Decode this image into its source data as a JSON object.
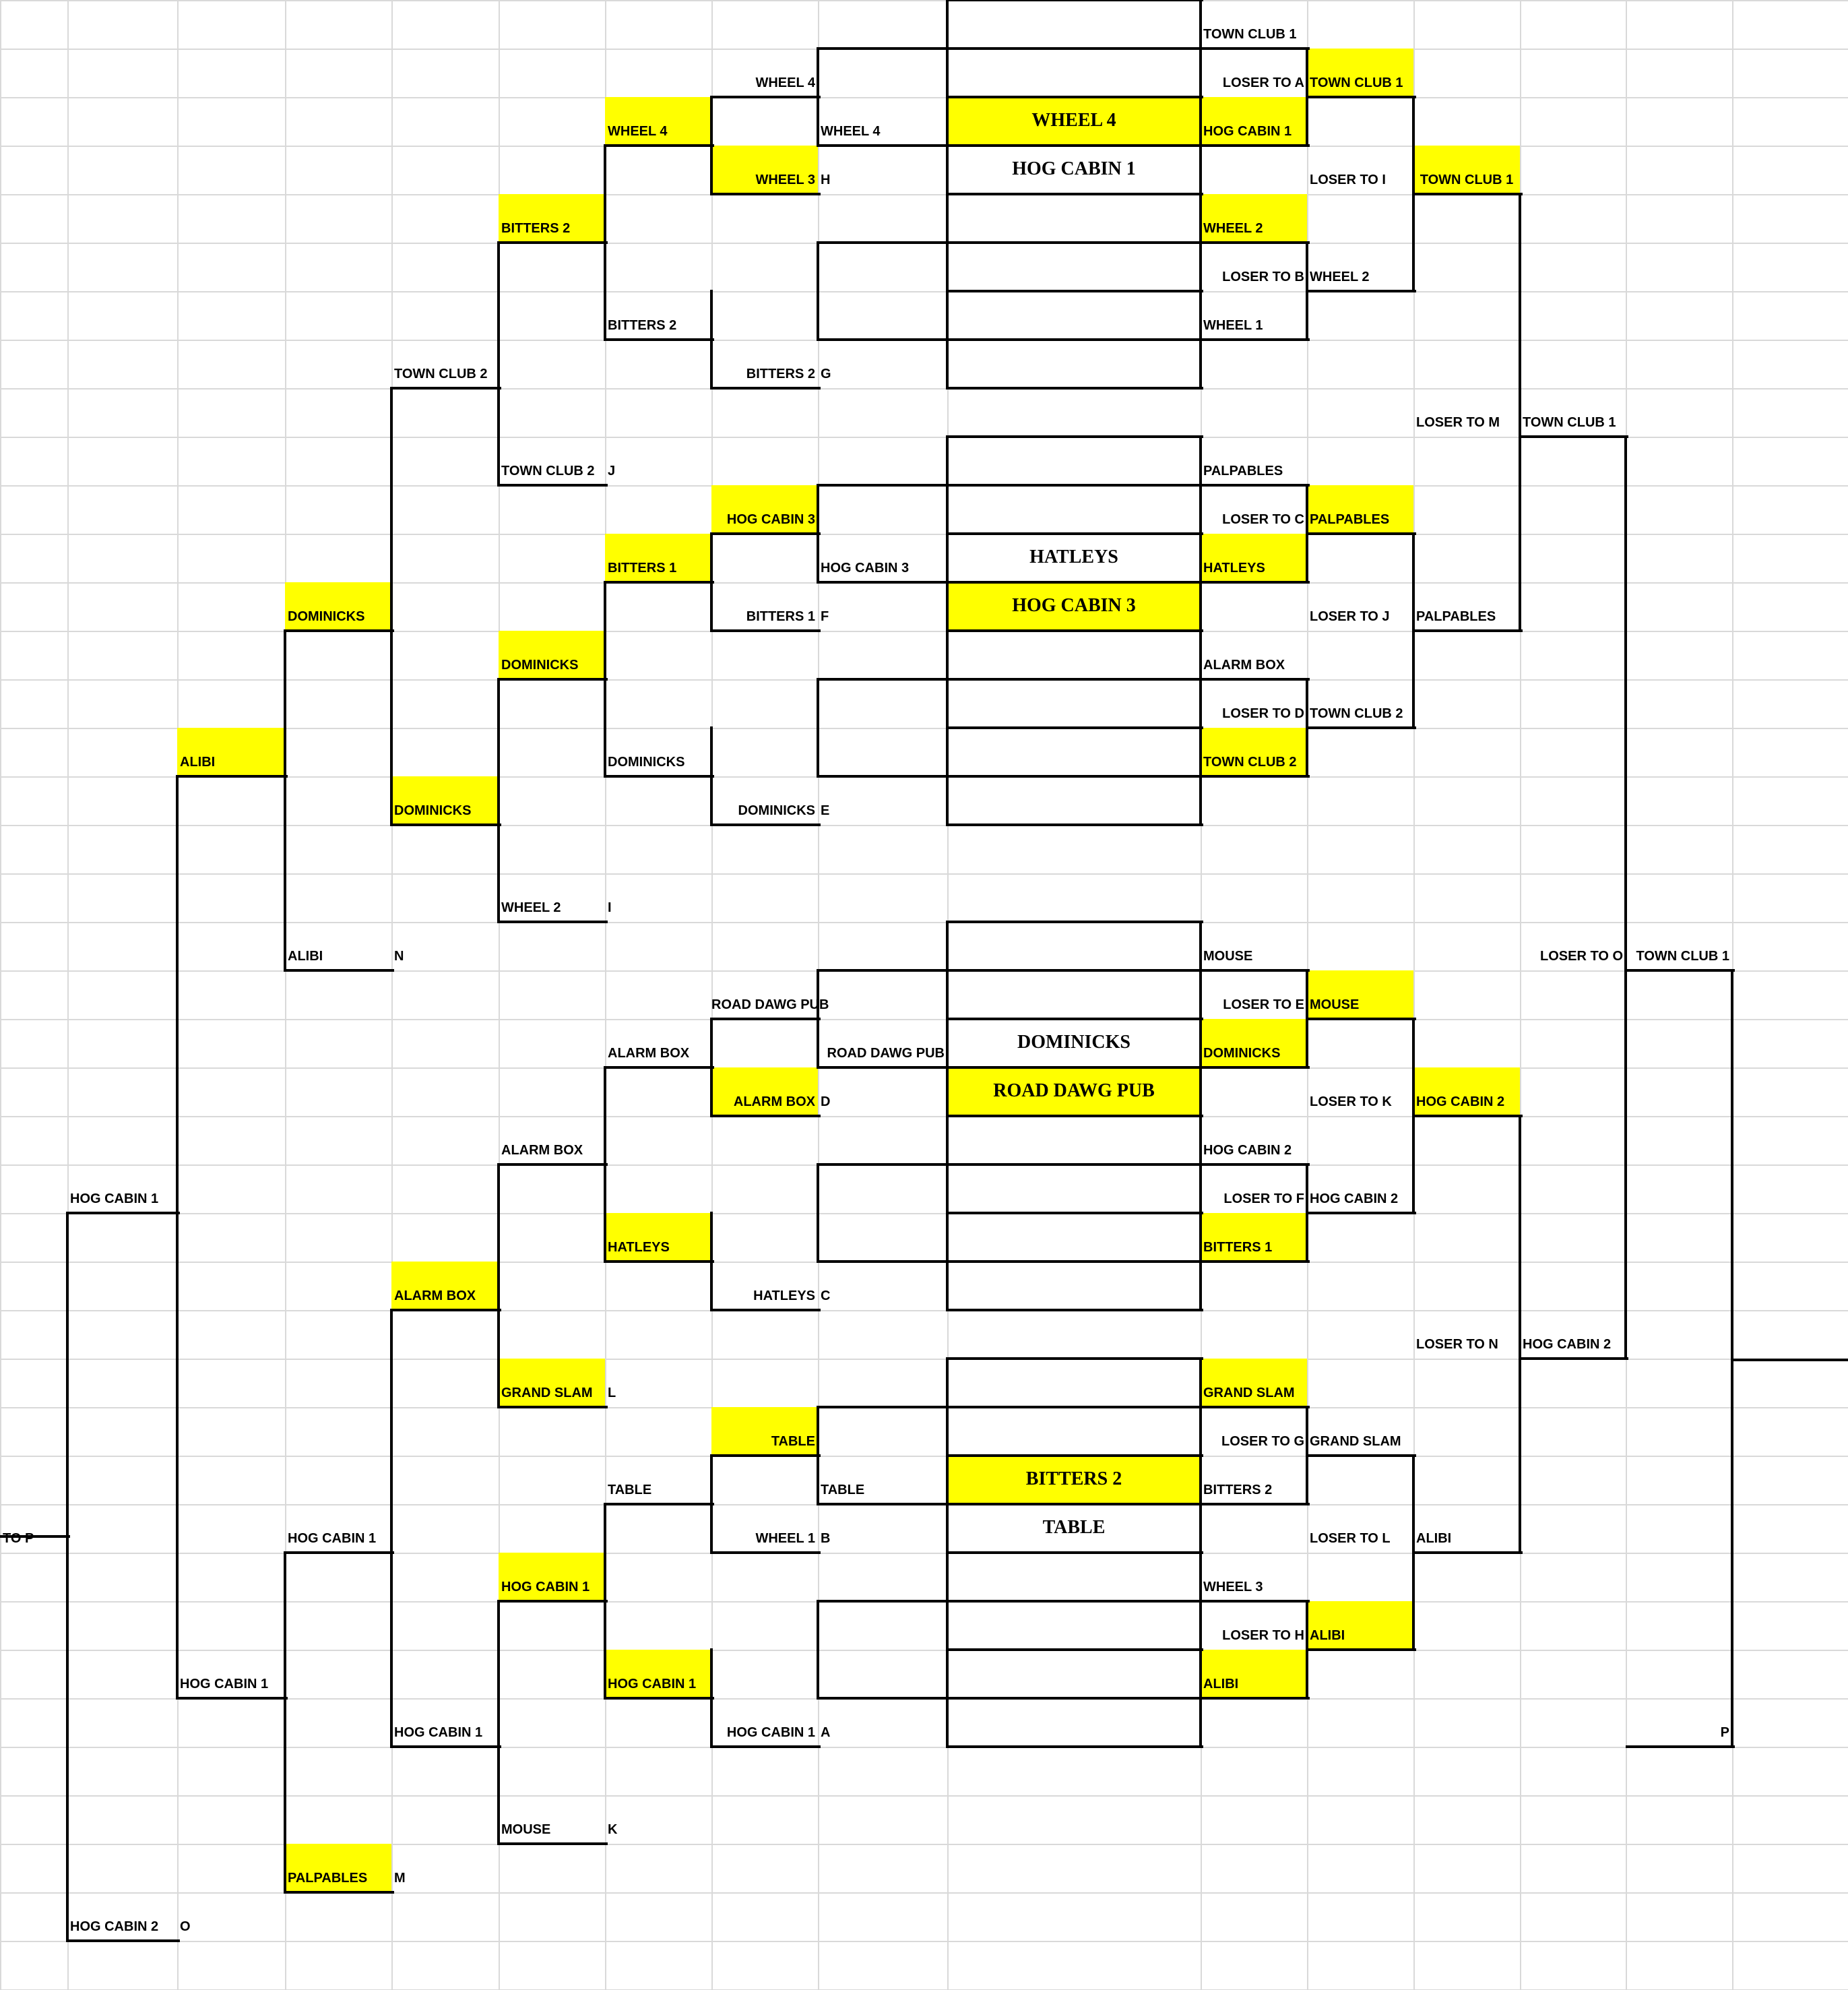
{
  "col_edges": [
    0,
    100,
    263,
    423,
    581,
    740,
    898,
    1056,
    1214,
    1406,
    1782,
    1940,
    2098,
    2256,
    2413,
    2571,
    2743
  ],
  "bracket": {
    "labels": [
      {
        "text": "TOWN CLUB 1",
        "col": 10,
        "row": 0,
        "align": "l"
      },
      {
        "text": "LOSER TO A",
        "col": 10,
        "row": 1,
        "align": "r"
      },
      {
        "text": "TOWN CLUB 1",
        "col": 11,
        "row": 1,
        "align": "l",
        "hl": true
      },
      {
        "text": "WHEEL 4",
        "col": 7,
        "row": 1,
        "align": "r"
      },
      {
        "text": "WHEEL 4",
        "col": 6,
        "row": 2,
        "align": "l",
        "hl": true
      },
      {
        "text": "WHEEL 4",
        "col": 8,
        "row": 2,
        "align": "l"
      },
      {
        "text": "HOG CABIN 1",
        "col": 10,
        "row": 2,
        "align": "l",
        "hl": true
      },
      {
        "text": "WHEEL 3",
        "col": 7,
        "row": 3,
        "align": "r",
        "hl": true
      },
      {
        "text": "H",
        "col": 8,
        "row": 3,
        "align": "l"
      },
      {
        "text": "LOSER TO I",
        "col": 11,
        "row": 3,
        "align": "l"
      },
      {
        "text": "TOWN CLUB 1",
        "col": 12,
        "row": 3,
        "align": "c",
        "hl": true
      },
      {
        "text": "BITTERS 2",
        "col": 5,
        "row": 4,
        "align": "l",
        "hl": true
      },
      {
        "text": "WHEEL 2",
        "col": 10,
        "row": 4,
        "align": "l",
        "hl": true
      },
      {
        "text": "LOSER TO B",
        "col": 10,
        "row": 5,
        "align": "r"
      },
      {
        "text": "WHEEL 2",
        "col": 11,
        "row": 5,
        "align": "l"
      },
      {
        "text": "BITTERS 2",
        "col": 6,
        "row": 6,
        "align": "l"
      },
      {
        "text": "WHEEL 1",
        "col": 10,
        "row": 6,
        "align": "l"
      },
      {
        "text": "TOWN CLUB 2",
        "col": 4,
        "row": 7,
        "align": "l"
      },
      {
        "text": "BITTERS 2",
        "col": 7,
        "row": 7,
        "align": "r"
      },
      {
        "text": "G",
        "col": 8,
        "row": 7,
        "align": "l"
      },
      {
        "text": "LOSER TO M",
        "col": 12,
        "row": 8,
        "align": "l"
      },
      {
        "text": "TOWN CLUB 1",
        "col": 13,
        "row": 8,
        "align": "l"
      },
      {
        "text": "TOWN CLUB 2",
        "col": 5,
        "row": 9,
        "align": "l"
      },
      {
        "text": "J",
        "col": 6,
        "row": 9,
        "align": "l"
      },
      {
        "text": "PALPABLES",
        "col": 10,
        "row": 9,
        "align": "l"
      },
      {
        "text": "HOG CABIN 3",
        "col": 7,
        "row": 10,
        "align": "r",
        "hl": true
      },
      {
        "text": "LOSER TO C",
        "col": 10,
        "row": 10,
        "align": "r"
      },
      {
        "text": "PALPABLES",
        "col": 11,
        "row": 10,
        "align": "l",
        "hl": true
      },
      {
        "text": "BITTERS 1",
        "col": 6,
        "row": 11,
        "align": "l",
        "hl": true
      },
      {
        "text": "HOG CABIN 3",
        "col": 8,
        "row": 11,
        "align": "l"
      },
      {
        "text": "HATLEYS",
        "col": 10,
        "row": 11,
        "align": "l",
        "hl": true
      },
      {
        "text": "DOMINICKS",
        "col": 3,
        "row": 12,
        "align": "l",
        "hl": true
      },
      {
        "text": "BITTERS 1",
        "col": 7,
        "row": 12,
        "align": "r"
      },
      {
        "text": "F",
        "col": 8,
        "row": 12,
        "align": "l"
      },
      {
        "text": "LOSER TO J",
        "col": 11,
        "row": 12,
        "align": "l"
      },
      {
        "text": "PALPABLES",
        "col": 12,
        "row": 12,
        "align": "l"
      },
      {
        "text": "DOMINICKS",
        "col": 5,
        "row": 13,
        "align": "l",
        "hl": true
      },
      {
        "text": "ALARM BOX",
        "col": 10,
        "row": 13,
        "align": "l"
      },
      {
        "text": "LOSER TO D",
        "col": 10,
        "row": 14,
        "align": "r"
      },
      {
        "text": "TOWN CLUB 2",
        "col": 11,
        "row": 14,
        "align": "l"
      },
      {
        "text": "ALIBI",
        "col": 2,
        "row": 15,
        "align": "l",
        "hl": true
      },
      {
        "text": "DOMINICKS",
        "col": 6,
        "row": 15,
        "align": "l"
      },
      {
        "text": "TOWN CLUB 2",
        "col": 10,
        "row": 15,
        "align": "l",
        "hl": true
      },
      {
        "text": "DOMINICKS",
        "col": 4,
        "row": 16,
        "align": "l",
        "hl": true
      },
      {
        "text": "DOMINICKS",
        "col": 7,
        "row": 16,
        "align": "r"
      },
      {
        "text": "E",
        "col": 8,
        "row": 16,
        "align": "l"
      },
      {
        "text": "WHEEL 2",
        "col": 5,
        "row": 18,
        "align": "l"
      },
      {
        "text": "I",
        "col": 6,
        "row": 18,
        "align": "l"
      },
      {
        "text": "ALIBI",
        "col": 3,
        "row": 19,
        "align": "l"
      },
      {
        "text": "N",
        "col": 4,
        "row": 19,
        "align": "l"
      },
      {
        "text": "MOUSE",
        "col": 10,
        "row": 19,
        "align": "l"
      },
      {
        "text": "LOSER TO O",
        "col": 13,
        "row": 19,
        "align": "r"
      },
      {
        "text": "TOWN CLUB 1",
        "col": 14,
        "row": 19,
        "align": "r"
      },
      {
        "text": "ROAD DAWG PUB",
        "col": 7,
        "row": 20,
        "align": "r"
      },
      {
        "text": "LOSER TO E",
        "col": 10,
        "row": 20,
        "align": "r"
      },
      {
        "text": "MOUSE",
        "col": 11,
        "row": 20,
        "align": "l",
        "hl": true
      },
      {
        "text": "ALARM BOX",
        "col": 6,
        "row": 21,
        "align": "l"
      },
      {
        "text": "ROAD DAWG PUB",
        "col": 8,
        "row": 21,
        "align": "r"
      },
      {
        "text": "DOMINICKS",
        "col": 10,
        "row": 21,
        "align": "l",
        "hl": true
      },
      {
        "text": "ALARM BOX",
        "col": 7,
        "row": 22,
        "align": "r",
        "hl": true
      },
      {
        "text": "D",
        "col": 8,
        "row": 22,
        "align": "l"
      },
      {
        "text": "LOSER TO K",
        "col": 11,
        "row": 22,
        "align": "l"
      },
      {
        "text": "HOG CABIN 2",
        "col": 12,
        "row": 22,
        "align": "l",
        "hl": true
      },
      {
        "text": "ALARM BOX",
        "col": 5,
        "row": 23,
        "align": "l"
      },
      {
        "text": "HOG CABIN 2",
        "col": 10,
        "row": 23,
        "align": "l"
      },
      {
        "text": "HOG CABIN 1",
        "col": 1,
        "row": 24,
        "align": "l"
      },
      {
        "text": "LOSER TO F",
        "col": 10,
        "row": 24,
        "align": "r"
      },
      {
        "text": "HOG CABIN 2",
        "col": 11,
        "row": 24,
        "align": "l"
      },
      {
        "text": "HATLEYS",
        "col": 6,
        "row": 25,
        "align": "l",
        "hl": true
      },
      {
        "text": "BITTERS 1",
        "col": 10,
        "row": 25,
        "align": "l",
        "hl": true
      },
      {
        "text": "ALARM BOX",
        "col": 4,
        "row": 26,
        "align": "l",
        "hl": true
      },
      {
        "text": "HATLEYS",
        "col": 7,
        "row": 26,
        "align": "r"
      },
      {
        "text": "C",
        "col": 8,
        "row": 26,
        "align": "l"
      },
      {
        "text": "LOSER TO N",
        "col": 12,
        "row": 27,
        "align": "l"
      },
      {
        "text": "HOG CABIN 2",
        "col": 13,
        "row": 27,
        "align": "l"
      },
      {
        "text": "GRAND SLAM",
        "col": 5,
        "row": 28,
        "align": "l",
        "hl": true
      },
      {
        "text": "L",
        "col": 6,
        "row": 28,
        "align": "l"
      },
      {
        "text": "GRAND SLAM",
        "col": 10,
        "row": 28,
        "align": "l",
        "hl": true
      },
      {
        "text": "TABLE",
        "col": 7,
        "row": 29,
        "align": "r",
        "hl": true
      },
      {
        "text": "LOSER TO G",
        "col": 10,
        "row": 29,
        "align": "r"
      },
      {
        "text": "GRAND SLAM",
        "col": 11,
        "row": 29,
        "align": "l"
      },
      {
        "text": "TABLE",
        "col": 6,
        "row": 30,
        "align": "l"
      },
      {
        "text": "TABLE",
        "col": 8,
        "row": 30,
        "align": "l"
      },
      {
        "text": "BITTERS 2",
        "col": 10,
        "row": 30,
        "align": "l"
      },
      {
        "text": "TO P",
        "col": 0,
        "row": 31,
        "align": "l"
      },
      {
        "text": "HOG CABIN 1",
        "col": 3,
        "row": 31,
        "align": "l"
      },
      {
        "text": "WHEEL 1",
        "col": 7,
        "row": 31,
        "align": "r"
      },
      {
        "text": "B",
        "col": 8,
        "row": 31,
        "align": "l"
      },
      {
        "text": "LOSER TO L",
        "col": 11,
        "row": 31,
        "align": "l"
      },
      {
        "text": "ALIBI",
        "col": 12,
        "row": 31,
        "align": "l"
      },
      {
        "text": "HOG CABIN 1",
        "col": 5,
        "row": 32,
        "align": "l",
        "hl": true
      },
      {
        "text": "WHEEL 3",
        "col": 10,
        "row": 32,
        "align": "l"
      },
      {
        "text": "LOSER TO H",
        "col": 10,
        "row": 33,
        "align": "r"
      },
      {
        "text": "ALIBI",
        "col": 11,
        "row": 33,
        "align": "l",
        "hl": true
      },
      {
        "text": "HOG CABIN 1",
        "col": 6,
        "row": 34,
        "align": "l",
        "hl": true
      },
      {
        "text": "HOG CABIN 1",
        "col": 2,
        "row": 34,
        "align": "l"
      },
      {
        "text": "ALIBI",
        "col": 10,
        "row": 34,
        "align": "l",
        "hl": true
      },
      {
        "text": "HOG CABIN 1",
        "col": 4,
        "row": 35,
        "align": "l"
      },
      {
        "text": "HOG CABIN 1",
        "col": 7,
        "row": 35,
        "align": "r"
      },
      {
        "text": "A",
        "col": 8,
        "row": 35,
        "align": "l"
      },
      {
        "text": "P",
        "col": 14,
        "row": 35,
        "align": "r"
      },
      {
        "text": "MOUSE",
        "col": 5,
        "row": 37,
        "align": "l"
      },
      {
        "text": "K",
        "col": 6,
        "row": 37,
        "align": "l"
      },
      {
        "text": "PALPABLES",
        "col": 3,
        "row": 38,
        "align": "l",
        "hl": true
      },
      {
        "text": "M",
        "col": 4,
        "row": 38,
        "align": "l"
      },
      {
        "text": "HOG CABIN 2",
        "col": 1,
        "row": 39,
        "align": "l"
      },
      {
        "text": "O",
        "col": 2,
        "row": 39,
        "align": "l"
      }
    ],
    "big_labels": [
      {
        "text": "WHEEL 4",
        "row": 2,
        "hl": true
      },
      {
        "text": "HOG CABIN 1",
        "row": 3,
        "hl": false
      },
      {
        "text": "HATLEYS",
        "row": 11,
        "hl": false
      },
      {
        "text": "HOG CABIN 3",
        "row": 12,
        "hl": true
      },
      {
        "text": "DOMINICKS",
        "row": 21,
        "hl": false
      },
      {
        "text": "ROAD DAWG PUB",
        "row": 22,
        "hl": true
      },
      {
        "text": "BITTERS 2",
        "row": 30,
        "hl": true
      },
      {
        "text": "TABLE",
        "row": 31,
        "hl": false
      }
    ]
  }
}
